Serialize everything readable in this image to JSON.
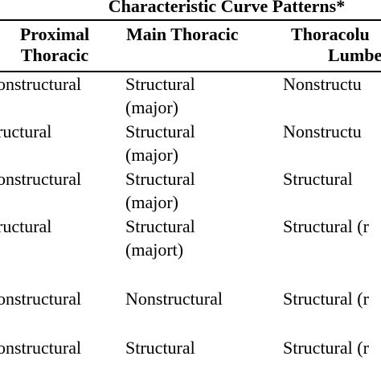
{
  "table": {
    "caption": "Characteristic Curve Patterns*",
    "headers": [
      [
        "Proximal",
        "Thoracic"
      ],
      [
        "Main Thoracic"
      ],
      [
        "Thoracolu",
        "Lumbe"
      ]
    ],
    "rows": [
      [
        [
          "onstructural"
        ],
        [
          "Structural",
          "(major)"
        ],
        [
          "Nonstructu"
        ]
      ],
      [
        [
          "ructural"
        ],
        [
          "Structural",
          "(major)"
        ],
        [
          "Nonstructu"
        ]
      ],
      [
        [
          "onstructural"
        ],
        [
          "Structural",
          "(major)"
        ],
        [
          "Structural"
        ]
      ],
      [
        [
          "ructural"
        ],
        [
          "Structural",
          "(majort)"
        ],
        [
          "Structural (r"
        ]
      ],
      [
        [
          "onstructural"
        ],
        [
          "Nonstructural"
        ],
        [
          "Structural (r"
        ]
      ],
      [
        [
          "onstructural"
        ],
        [
          "Structural"
        ],
        [
          "Structural (r"
        ]
      ]
    ]
  }
}
